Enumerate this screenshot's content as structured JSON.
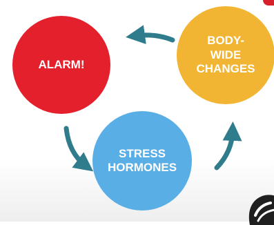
{
  "colors": {
    "alarm": "#e4202c",
    "body_wide": "#f2b533",
    "stress": "#5aaee6",
    "arrow": "#2e7c8c",
    "text": "#ffffff"
  },
  "diagram": {
    "nodes": [
      {
        "id": "alarm",
        "label": "ALARM!"
      },
      {
        "id": "body_wide",
        "label": "BODY-\nWIDE\nCHANGES"
      },
      {
        "id": "stress",
        "label": "STRESS\nHORMONES"
      }
    ],
    "edges": [
      {
        "from": "body_wide",
        "to": "alarm"
      },
      {
        "from": "alarm",
        "to": "stress"
      },
      {
        "from": "stress",
        "to": "body_wide"
      }
    ]
  }
}
